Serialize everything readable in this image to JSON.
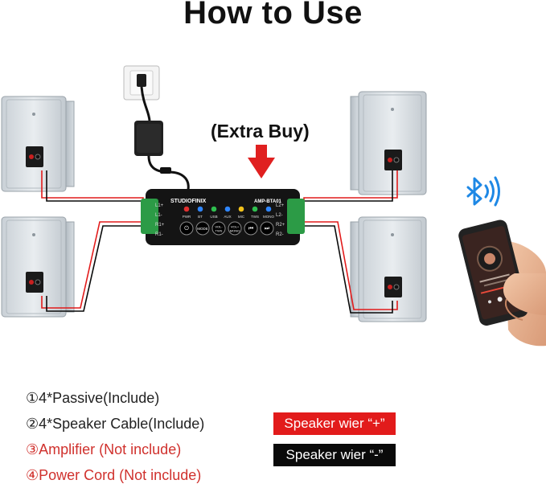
{
  "title": "How to Use",
  "callout": "(Extra Buy)",
  "amplifier": {
    "brand": "STUDIOFINIX",
    "model": "AMP-BTA01",
    "indicators": [
      "PWR",
      "BT",
      "USB",
      "AUX",
      "MIC",
      "TWS",
      "MONO"
    ],
    "indicator_colors": [
      "#e03030",
      "#2f86ff",
      "#2fbf4f",
      "#2f86ff",
      "#f2c21b",
      "#2fbf4f",
      "#2f86ff"
    ],
    "buttons": [
      "⏻",
      "MODE",
      "VOL-\nTWS",
      "VOL+\nMONO",
      "⏮",
      "⏭"
    ],
    "terminals_left": [
      "L1+",
      "L1-",
      "R1+",
      "R1-"
    ],
    "terminals_right": [
      "L2+",
      "L2-",
      "R2+",
      "R2-"
    ]
  },
  "legend": [
    {
      "text": "①4*Passive(Include)",
      "color": "black"
    },
    {
      "text": "②4*Speaker Cable(Include)",
      "color": "black"
    },
    {
      "text": "③Amplifier  (Not include)",
      "color": "red"
    },
    {
      "text": "④Power Cord (Not include)",
      "color": "red"
    }
  ],
  "badges": {
    "plus": "Speaker wier “+”",
    "minus": "Speaker wier “-”"
  },
  "colors": {
    "wire_positive": "#e21b1b",
    "wire_negative": "#0a0a0a",
    "arrow": "#e02020",
    "bluetooth": "#1e88e5"
  }
}
